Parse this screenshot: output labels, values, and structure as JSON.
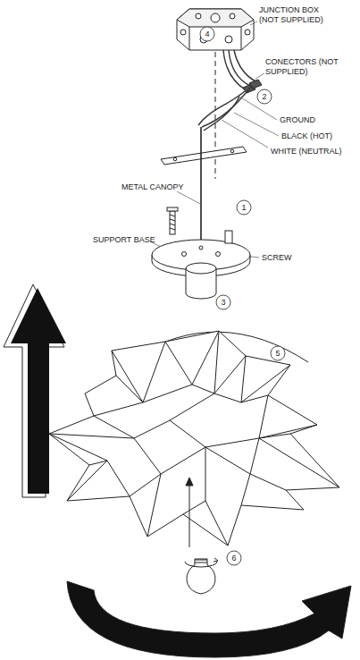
{
  "diagram": {
    "labels": [
      "JUNCTION BOX (NOT SUPPLIED)",
      "4",
      "CONECTORS (NOT SUPPLIED)",
      "2",
      "GROUND",
      "BLACK (HOT)",
      "WHITE (NEUTRAL)",
      "METAL CANOPY",
      "1",
      "SUPPORT BASE",
      "SCREW",
      "3",
      "5",
      "6"
    ]
  }
}
